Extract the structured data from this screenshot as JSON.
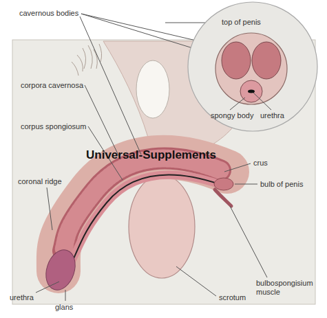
{
  "diagram": {
    "nodes": [
      {
        "text": [
          "spongy body",
          "urethra"
        ]
      }
    ],
    "labels": [
      "cavernous bodies",
      "top of penis",
      "corpora cavernosa",
      "corpus spongiosum",
      "Universal-Supplements",
      "crus",
      "coronal ridge",
      "bulb of penis",
      "urethra",
      "glans",
      "scrotum",
      "bulbospongisium muscle"
    ]
  }
}
